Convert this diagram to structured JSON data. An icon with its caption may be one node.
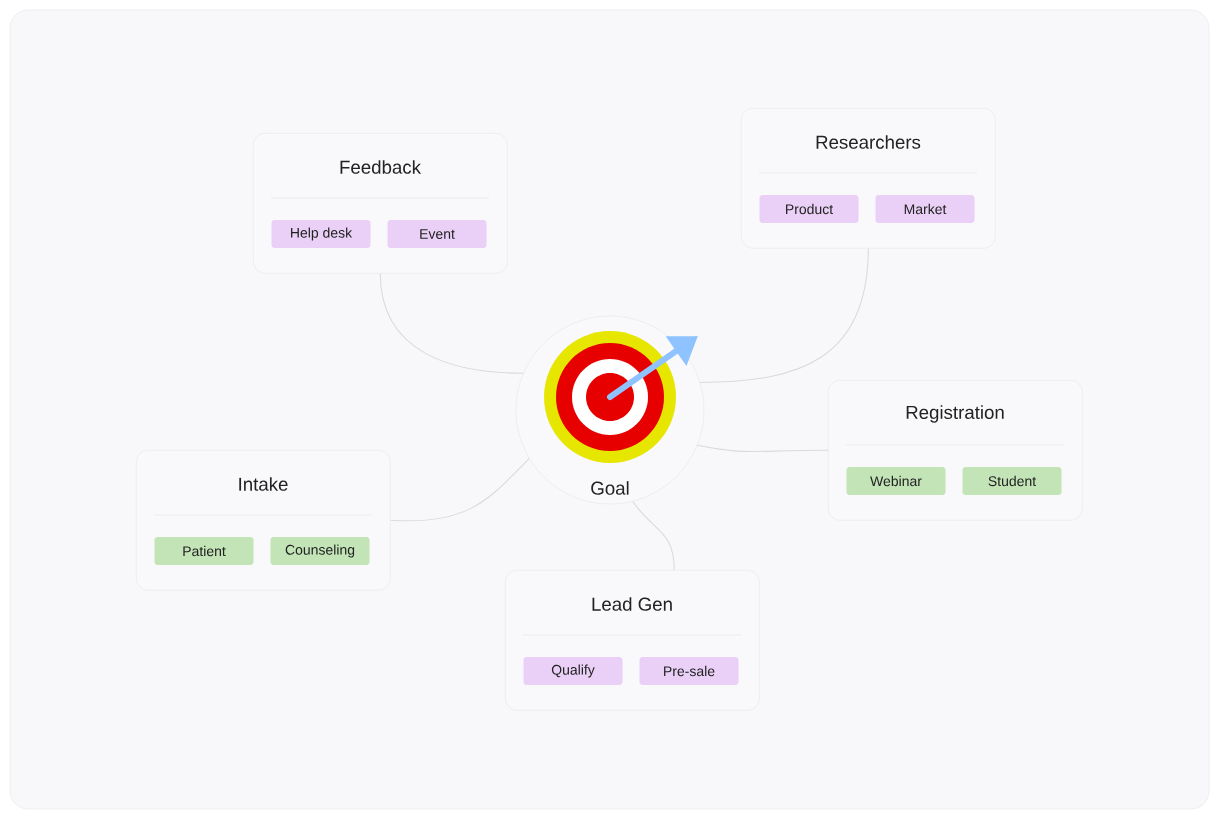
{
  "diagram": {
    "nodes": [
      {
        "text": [
          "Feedback"
        ]
      },
      {
        "text": [
          "Help desk"
        ],
        "in": 0
      },
      {
        "text": [
          "Event"
        ],
        "in": 0
      },
      {
        "text": [
          "Researchers"
        ]
      },
      {
        "text": [
          "Product"
        ],
        "in": 3
      },
      {
        "text": [
          "Market"
        ],
        "in": 3
      },
      {
        "text": [
          "Goal"
        ]
      },
      {
        "text": [
          "Registration"
        ]
      },
      {
        "text": [
          "Webinar"
        ],
        "in": 7
      },
      {
        "text": [
          "Student"
        ],
        "in": 7
      },
      {
        "text": [
          "Intake"
        ]
      },
      {
        "text": [
          "Patient"
        ],
        "in": 10
      },
      {
        "text": [
          "Counseling"
        ],
        "in": 10
      },
      {
        "text": [
          "Lead Gen"
        ]
      },
      {
        "text": [
          "Qualify"
        ],
        "in": 13
      },
      {
        "text": [
          "Pre-sale"
        ],
        "in": 13
      }
    ],
    "edges": [
      {
        "from": 6,
        "to": 0,
        "arrow": "none"
      },
      {
        "from": 6,
        "to": 3,
        "arrow": "none"
      },
      {
        "from": 6,
        "to": 7,
        "arrow": "none"
      },
      {
        "from": 6,
        "to": 10,
        "arrow": "none"
      },
      {
        "from": 6,
        "to": 13,
        "arrow": "none"
      }
    ]
  }
}
